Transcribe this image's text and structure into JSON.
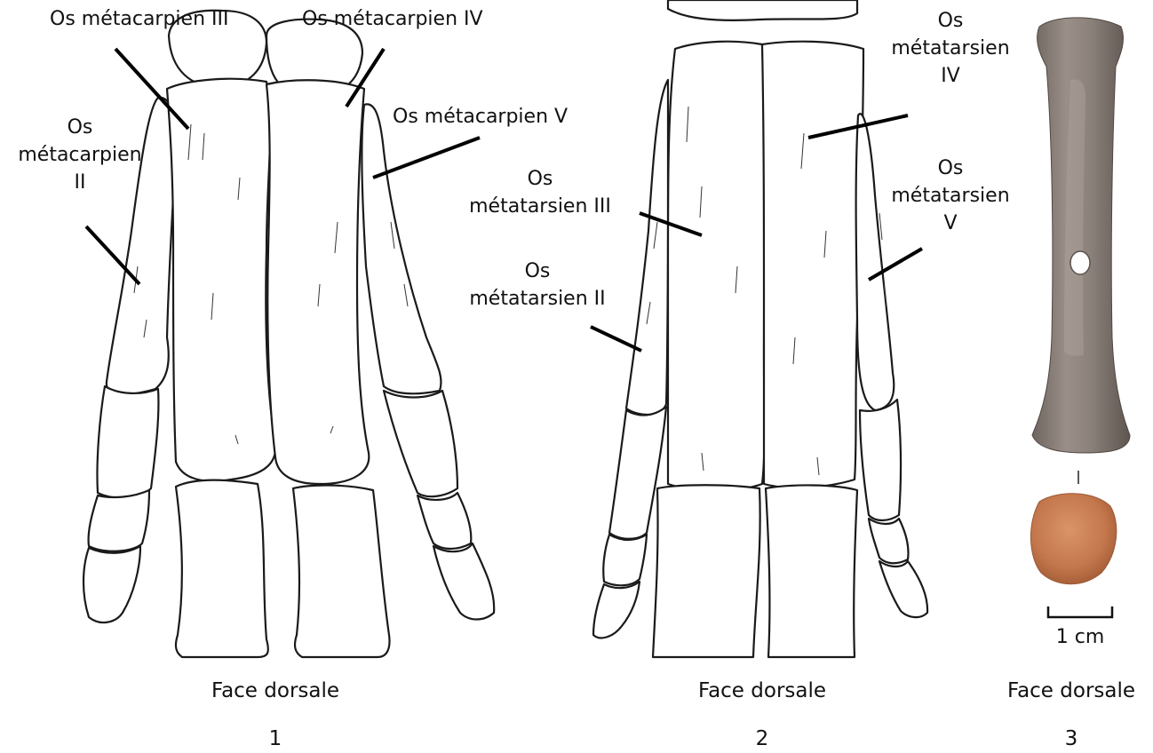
{
  "panel1": {
    "labels": {
      "mc3": "Os métacarpien III",
      "mc4": "Os métacarpien IV",
      "mc5": "Os métacarpien V",
      "mc2_line1": "Os",
      "mc2_line2": "métacarpien",
      "mc2_line3": "II"
    },
    "face": "Face dorsale",
    "number": "1"
  },
  "panel2": {
    "labels": {
      "mt4_line1": "Os",
      "mt4_line2": "métatarsien",
      "mt4_line3": "IV",
      "mt3_line1": "Os",
      "mt3_line2": "métatarsien III",
      "mt5_line1": "Os",
      "mt5_line2": "métatarsien",
      "mt5_line3": "V",
      "mt2_line1": "Os",
      "mt2_line2": "métatarsien II"
    },
    "face": "Face dorsale",
    "number": "2"
  },
  "panel3": {
    "scale": "1 cm",
    "face": "Face dorsale",
    "number": "3"
  }
}
